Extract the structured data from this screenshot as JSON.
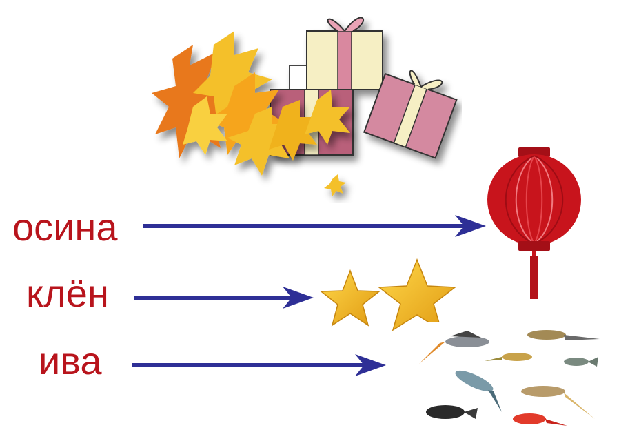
{
  "words": {
    "aspen": "осина",
    "maple": "клён",
    "willow": "ива"
  },
  "colors": {
    "word": "#b8141c",
    "arrow": "#2e2f96",
    "lantern": "#c8141c",
    "star": "#f2b21c",
    "leaf_orange": "#e8781a",
    "leaf_yellow": "#f4c02a",
    "gift": "#c9708a"
  },
  "icons": [
    "autumn-leaves-icon",
    "gift-boxes-icon",
    "red-lantern-icon",
    "star-icon",
    "fish-icon"
  ]
}
